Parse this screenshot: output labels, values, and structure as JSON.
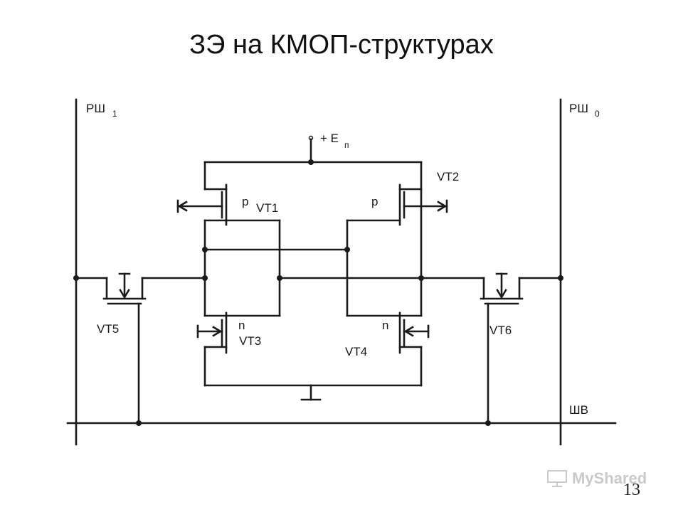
{
  "title": "ЗЭ на КМОП-структурах",
  "page_number": "13",
  "watermark": "MyShared",
  "labels": {
    "bitline_1": {
      "main": "РШ",
      "sub": "1"
    },
    "bitline_0": {
      "main": "РШ",
      "sub": "0"
    },
    "supply": {
      "main": "+ E",
      "sub": "п"
    },
    "wordline": "ШВ",
    "vt1": "VT1",
    "vt2": "VT2",
    "vt3": "VT3",
    "vt4": "VT4",
    "vt5": "VT5",
    "vt6": "VT6",
    "p_type": "p",
    "n_type": "n"
  }
}
